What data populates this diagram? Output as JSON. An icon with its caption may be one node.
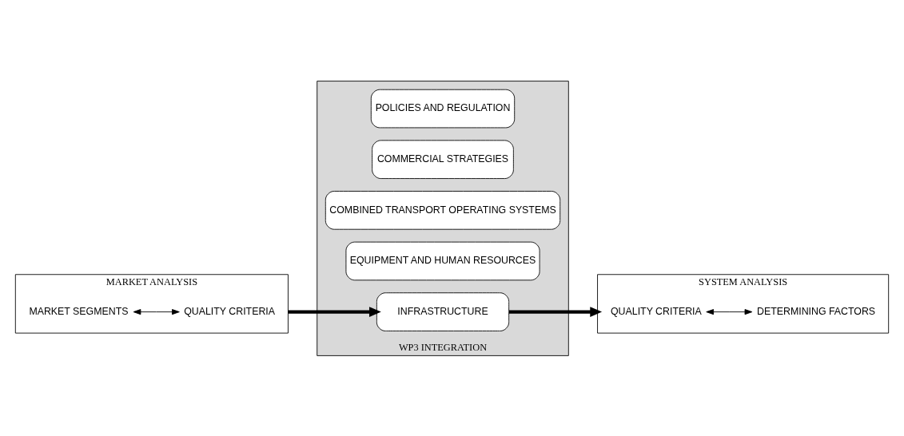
{
  "diagram": {
    "nodes": [
      {
        "text": [
          "MARKET ANALYSIS"
        ]
      },
      {
        "text": [
          "MARKET SEGMENTS"
        ],
        "in": 0
      },
      {
        "text": [
          "QUALITY CRITERIA"
        ],
        "in": 0
      },
      {
        "text": [
          "WP3 INTEGRATION"
        ]
      },
      {
        "text": [
          "POLICIES AND REGULATION"
        ],
        "in": 3
      },
      {
        "text": [
          "COMMERCIAL STRATEGIES"
        ],
        "in": 3
      },
      {
        "text": [
          "COMBINED TRANSPORT OPERATING SYSTEMS"
        ],
        "in": 3
      },
      {
        "text": [
          "EQUIPMENT AND HUMAN RESOURCES"
        ],
        "in": 3
      },
      {
        "text": [
          "INFRASTRUCTURE"
        ],
        "in": 3
      },
      {
        "text": [
          "SYSTEM ANALYSIS"
        ]
      },
      {
        "text": [
          "QUALITY CRITERIA"
        ],
        "in": 9
      },
      {
        "text": [
          "DETERMINING FACTORS"
        ],
        "in": 9
      }
    ],
    "edges": [
      {
        "from": 1,
        "to": 2,
        "arrow": "both"
      },
      {
        "from": 0,
        "to": 8,
        "arrow": "to",
        "style": "thick"
      },
      {
        "from": 8,
        "to": 9,
        "arrow": "to",
        "style": "thick"
      },
      {
        "from": 10,
        "to": 11,
        "arrow": "both"
      }
    ]
  }
}
